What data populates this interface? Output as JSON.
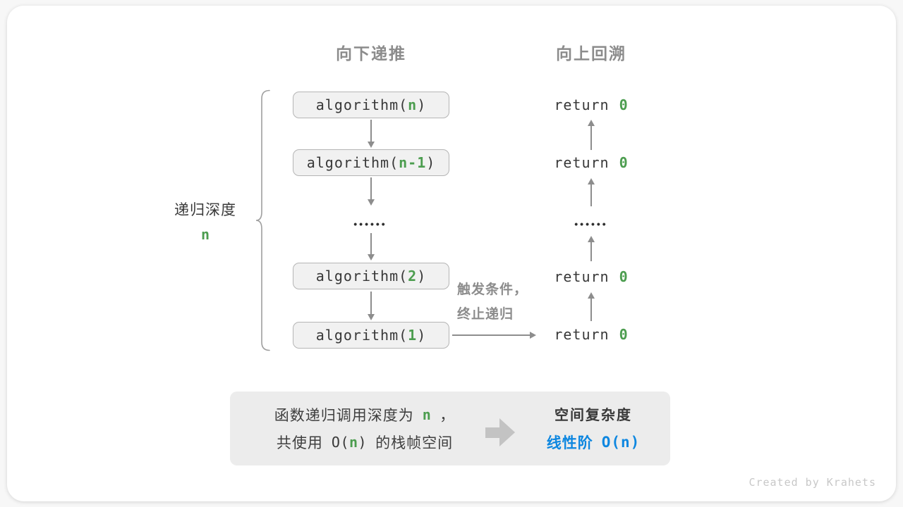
{
  "colors": {
    "green_accent": "#4c9d4f",
    "blue_accent": "#0e87e0",
    "gray_label": "#8c8c8c"
  },
  "headers": {
    "downward": "向下递推",
    "upward": "向上回溯"
  },
  "depth": {
    "label": "递归深度",
    "var": "n"
  },
  "ellipsis": "••••••",
  "calls": [
    {
      "prefix": "algorithm(",
      "arg": "n",
      "suffix": ")"
    },
    {
      "prefix": "algorithm(",
      "arg": "n-1",
      "suffix": ")"
    },
    {
      "prefix": "algorithm(",
      "arg": "2",
      "suffix": ")"
    },
    {
      "prefix": "algorithm(",
      "arg": "1",
      "suffix": ")"
    }
  ],
  "returns": [
    {
      "keyword": "return",
      "value": "0"
    },
    {
      "keyword": "return",
      "value": "0"
    },
    {
      "keyword": "return",
      "value": "0"
    },
    {
      "keyword": "return",
      "value": "0"
    }
  ],
  "annotation": {
    "line1": "触发条件，",
    "line2": "终止递归"
  },
  "summary": {
    "line1": {
      "pre": "函数递归调用深度为",
      "var": "n",
      "post": "，"
    },
    "line2": {
      "pre": "共使用",
      "o_open": "O(",
      "var": "n",
      "o_close": ")",
      "post": "的栈帧空间"
    },
    "right_title": "空间复杂度",
    "result_label": "线性阶",
    "result_big_o": "O(n)"
  },
  "watermark": "Created by Krahets"
}
